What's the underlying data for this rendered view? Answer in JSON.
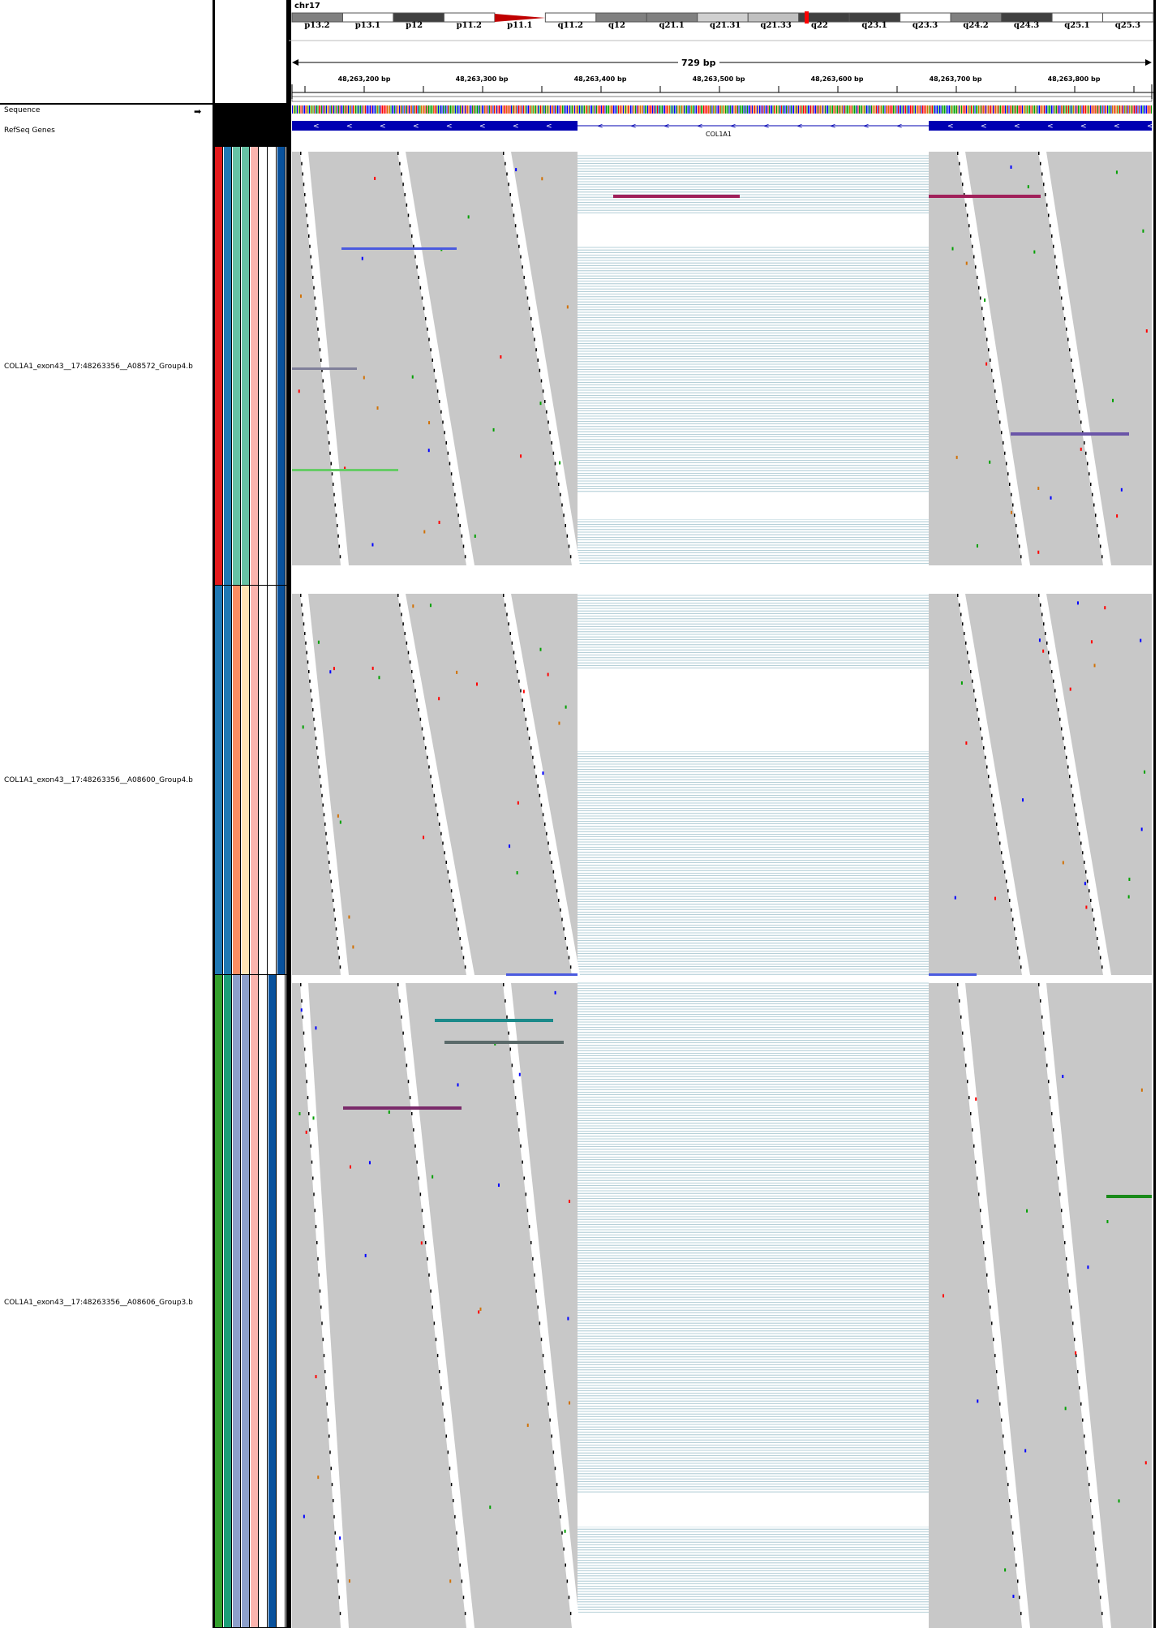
{
  "chromosome": {
    "name": "chr17"
  },
  "ideogram": {
    "bands": [
      {
        "label": "p13.2",
        "color": "#808080"
      },
      {
        "label": "p13.1",
        "color": "#ffffff"
      },
      {
        "label": "p12",
        "color": "#404040"
      },
      {
        "label": "p11.2",
        "color": "#ffffff"
      },
      {
        "label": "p11.1",
        "color": "#c00000"
      },
      {
        "label": "q11.2",
        "color": "#ffffff"
      },
      {
        "label": "q12",
        "color": "#808080"
      },
      {
        "label": "q21.1",
        "color": "#808080"
      },
      {
        "label": "q21.31",
        "color": "#d0d0d0"
      },
      {
        "label": "q21.33",
        "color": "#c0c0c0"
      },
      {
        "label": "q22",
        "color": "#404040"
      },
      {
        "label": "q23.1",
        "color": "#404040"
      },
      {
        "label": "q23.3",
        "color": "#ffffff"
      },
      {
        "label": "q24.2",
        "color": "#808080"
      },
      {
        "label": "q24.3",
        "color": "#404040"
      },
      {
        "label": "q25.1",
        "color": "#ffffff"
      },
      {
        "label": "q25.3",
        "color": "#ffffff"
      }
    ],
    "current_position_color": "#ff0000"
  },
  "ruler": {
    "span_label": "729 bp",
    "tick_labels": [
      "48,263,200 bp",
      "48,263,300 bp",
      "48,263,400 bp",
      "48,263,500 bp",
      "48,263,600 bp",
      "48,263,700 bp",
      "48,263,800 bp"
    ]
  },
  "tracks": {
    "sequence_label": "Sequence",
    "refseq_label": "RefSeq Genes",
    "gene_name": "COL1A1",
    "gene_color": "#0000b2",
    "strand_glyph": "<",
    "samples": [
      {
        "name": "COL1A1_exon43__17:48263356__A08572_Group4.b",
        "attr_colors": [
          "#e31a1c",
          "#1f78b4",
          "#66c2a5",
          "#66c2a5",
          "#fbb4ae",
          "#ffffff",
          "#ffffff",
          "#08519c"
        ]
      },
      {
        "name": "COL1A1_exon43__17:48263356__A08600_Group4.b",
        "attr_colors": [
          "#1f78b4",
          "#1f78b4",
          "#fc8d62",
          "#ffe4b5",
          "#fbb4ae",
          "#ffffff",
          "#ffffff",
          "#08519c"
        ]
      },
      {
        "name": "COL1A1_exon43__17:48263356__A08606_Group3.b",
        "attr_colors": [
          "#33a02c",
          "#1b9e77",
          "#8da0cb",
          "#8da0cb",
          "#fbb4ae",
          "#ffffff",
          "#08519c",
          "#ffffff"
        ]
      }
    ]
  },
  "colors": {
    "read_gray": "#c8c8c8",
    "splice_line": "#9ec0cc",
    "insertion": "#000000",
    "mismatch_a": "#00a000",
    "mismatch_c": "#0000ff",
    "mismatch_g": "#d17105",
    "mismatch_t": "#ff0000"
  }
}
